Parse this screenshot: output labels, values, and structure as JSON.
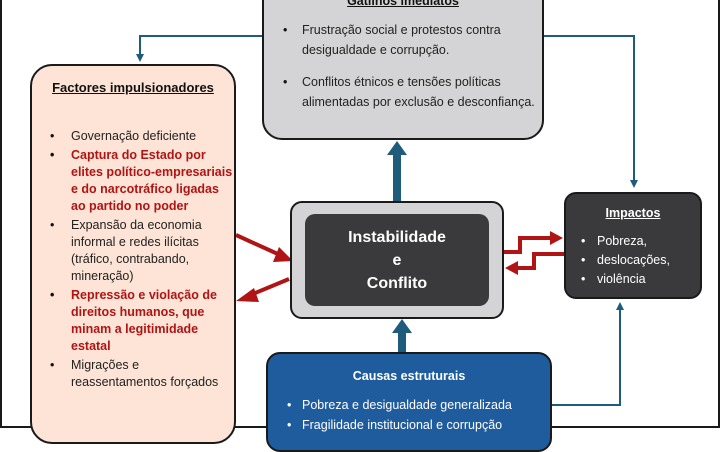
{
  "gatilhos": {
    "title": "Gatilhos imediatos",
    "items": [
      "Frustração social e protestos contra desigualdade e corrupção.",
      "Conflitos étnicos e tensões políticas alimentadas por exclusão e desconfiança."
    ]
  },
  "factores": {
    "title": "Factores impulsionadores",
    "items": [
      {
        "text": "Governação deficiente",
        "highlight": false
      },
      {
        "text": "Captura do Estado por elites político-empresariais e do narcotráfico ligadas ao partido no poder",
        "highlight": true
      },
      {
        "text": "Expansão da economia informal e redes ilícitas (tráfico, contrabando, mineração)",
        "highlight": false
      },
      {
        "text": "Repressão e violação de direitos humanos, que minam a legitimidade estatal",
        "highlight": true
      },
      {
        "text": "Migrações e reassentamentos forçados",
        "highlight": false
      }
    ]
  },
  "center": {
    "line1": "Instabilidade",
    "line2": "e",
    "line3": "Conflito"
  },
  "impactos": {
    "title": "Impactos",
    "items": [
      "Pobreza,",
      "deslocações,",
      "violência"
    ]
  },
  "causas": {
    "title": "Causas estruturais",
    "items": [
      "Pobreza e desigualdade generalizada",
      "Fragilidade institucional e corrupção"
    ]
  },
  "colors": {
    "connector": "#1f5c7c",
    "red_arrow": "#b01414",
    "causas_fill": "#1f5c9e",
    "dark_fill": "#3a3a3c",
    "grey_fill": "#d4d4d6",
    "factores_fill": "#fde4d6"
  }
}
